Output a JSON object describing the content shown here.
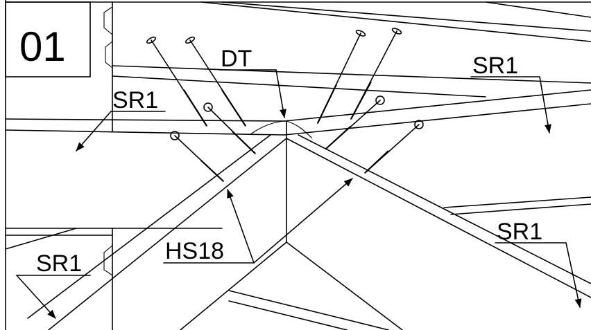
{
  "detail_number": "01",
  "labels": {
    "dt": "DT",
    "sr1_left": "SR1",
    "sr1_top_right": "SR1",
    "sr1_bottom_right": "SR1",
    "sr1_bottom_left": "SR1",
    "hs18": "HS18"
  }
}
